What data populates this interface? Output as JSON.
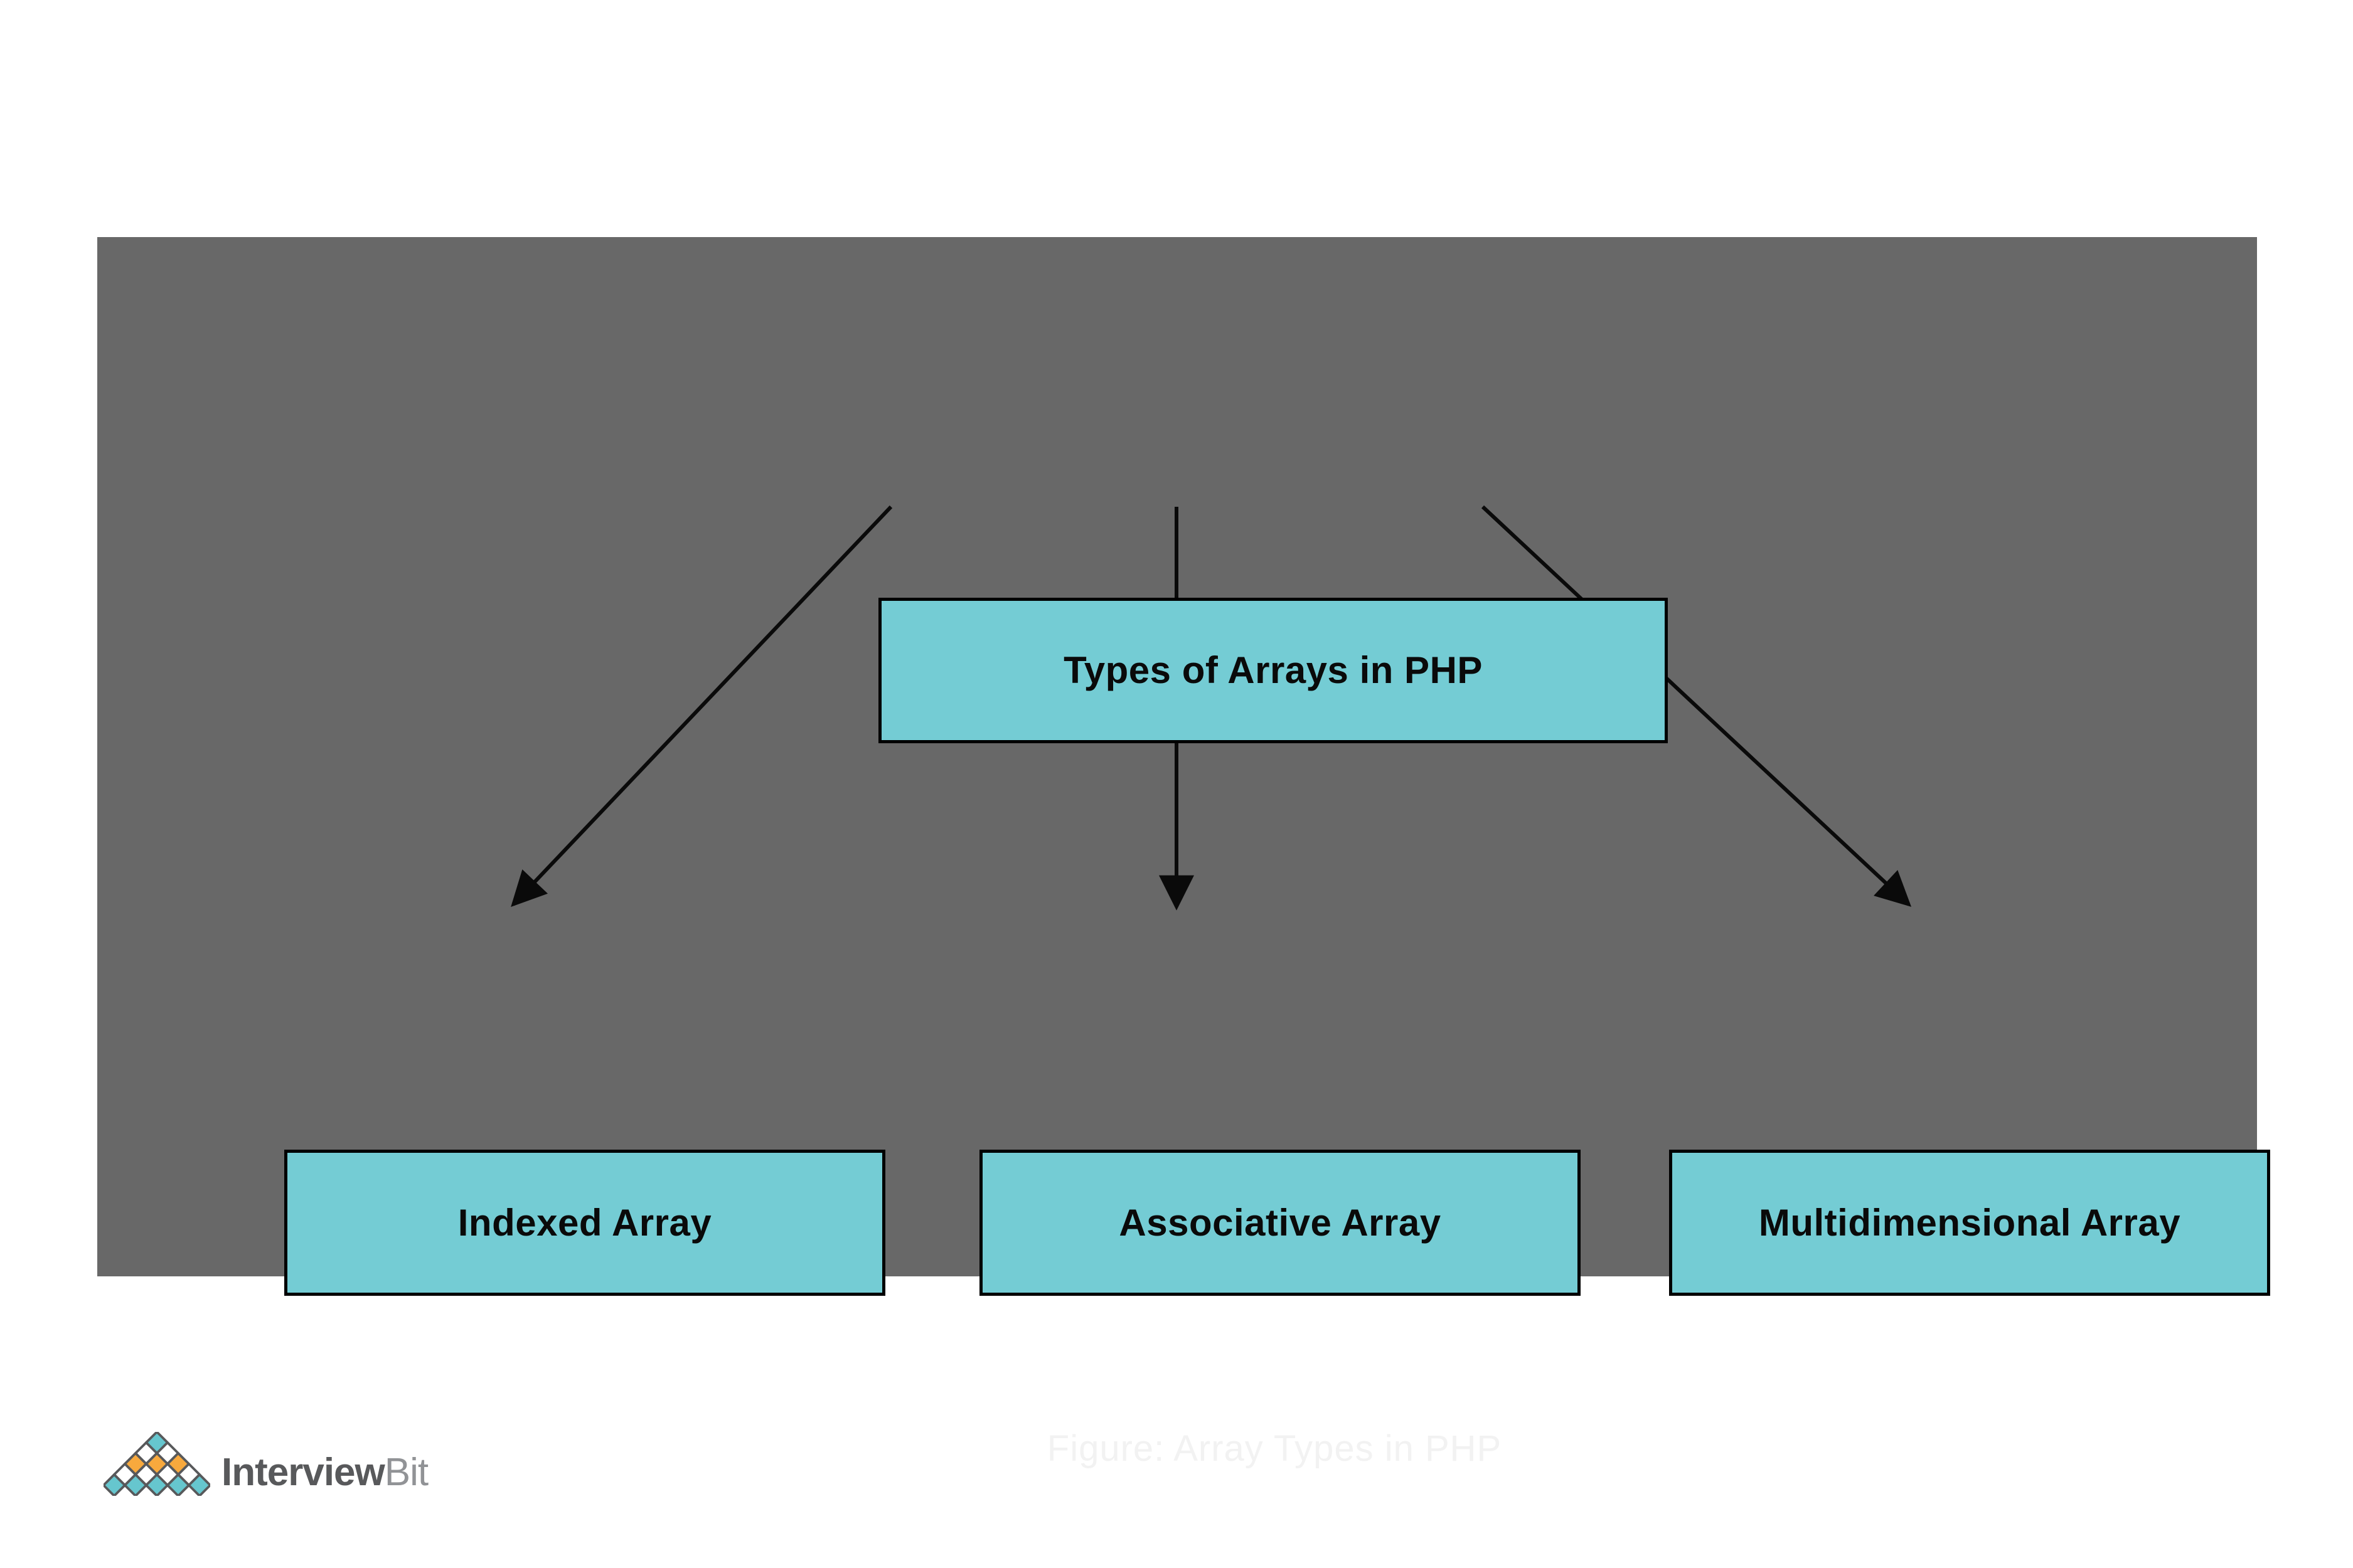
{
  "figure": {
    "root_label": "Types of Arrays in PHP",
    "children": [
      {
        "label": "Indexed Array"
      },
      {
        "label": "Associative Array"
      },
      {
        "label": "Multidimensional Array"
      }
    ],
    "caption": "Figure: Array Types in PHP"
  },
  "branding": {
    "logo_text_primary": "Interview",
    "logo_text_secondary": "Bit"
  },
  "colors": {
    "panel_gray": "#686868",
    "node_fill": "#74ccd4",
    "node_border": "#000000",
    "node_text": "#0a0a0a",
    "caption_text": "#f2f2f2",
    "arrow": "#0a0a0a",
    "logo_teal": "#66c6ce",
    "logo_orange": "#f8a93d",
    "logo_white": "#ffffff",
    "logo_outline": "#58595b",
    "logo_text_primary_color": "#58595b",
    "logo_text_secondary_color": "#919396"
  }
}
